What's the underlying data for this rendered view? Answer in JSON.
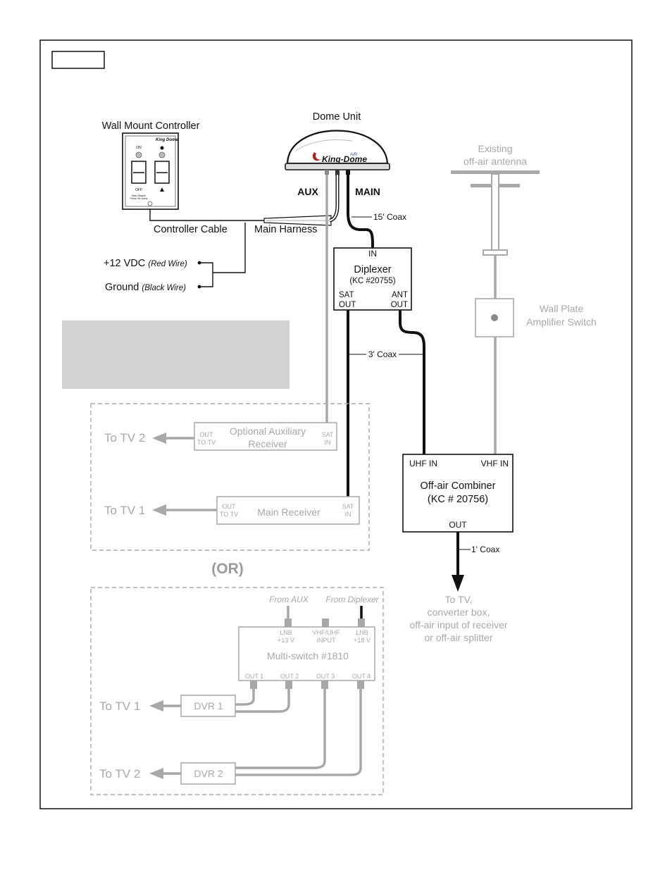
{
  "figure_tag": "",
  "note_box_text": "",
  "dome": {
    "title": "Dome Unit",
    "brand": "King-Dome",
    "brand_sup": "AIR",
    "aux_label": "AUX",
    "main_label": "MAIN"
  },
  "controller": {
    "title": "Wall Mount Controller",
    "brand": "King Dome",
    "on_label": "ON",
    "off_label": "OFF",
    "small_text_1": "Start Search",
    "small_text_2": "Press OK Icons"
  },
  "wiring": {
    "controller_cable": "Controller Cable",
    "main_harness": "Main Harness",
    "power_pos": "+12 VDC",
    "power_pos_note": "(Red Wire)",
    "power_gnd": "Ground",
    "power_gnd_note": "(Black Wire)"
  },
  "coax": {
    "c15": "15' Coax",
    "c3": "3' Coax",
    "c1": "1' Coax"
  },
  "diplexer": {
    "in_label": "IN",
    "title": "Diplexer",
    "part": "(KC #20755)",
    "sat_out_1": "SAT",
    "sat_out_2": "OUT",
    "ant_out_1": "ANT",
    "ant_out_2": "OUT"
  },
  "antenna": {
    "label_1": "Existing",
    "label_2": "off-air antenna"
  },
  "wall_plate": {
    "label_1": "Wall Plate",
    "label_2": "Amplifier Switch"
  },
  "combiner": {
    "uhf_in": "UHF IN",
    "vhf_in": "VHF IN",
    "title": "Off-air Combiner",
    "part": "(KC # 20756)",
    "out": "OUT"
  },
  "to_tv_note": {
    "l1": "To TV,",
    "l2": "converter box,",
    "l3": "off-air input of receiver",
    "l4": "or off-air splitter"
  },
  "option_a": {
    "to_tv2": "To TV 2",
    "aux_out_1": "OUT",
    "aux_out_2": "TO TV",
    "aux_title_1": "Optional Auxiliary",
    "aux_title_2": "Receiver",
    "aux_in_1": "SAT",
    "aux_in_2": "IN",
    "to_tv1": "To TV 1",
    "main_out_1": "OUT",
    "main_out_2": "TO TV",
    "main_title": "Main Receiver",
    "main_in_1": "SAT",
    "main_in_2": "IN"
  },
  "or_label": "(OR)",
  "option_b": {
    "from_aux": "From AUX",
    "from_diplexer": "From Diplexer",
    "lnb_a_1": "LNB",
    "lnb_a_2": "+13 V",
    "vhf_1": "VHF/UHF",
    "vhf_2": "INPUT",
    "lnb_b_1": "LNB",
    "lnb_b_2": "+18 V",
    "title": "Multi-switch #1810",
    "out1": "OUT 1",
    "out2": "OUT 2",
    "out3": "OUT 3",
    "out4": "OUT 4",
    "to_tv1": "To TV 1",
    "dvr1": "DVR 1",
    "to_tv2": "To TV 2",
    "dvr2": "DVR 2"
  },
  "colors": {
    "ink": "#111111",
    "faded": "#a8a8a8",
    "note_box": "#d2d2d2"
  }
}
